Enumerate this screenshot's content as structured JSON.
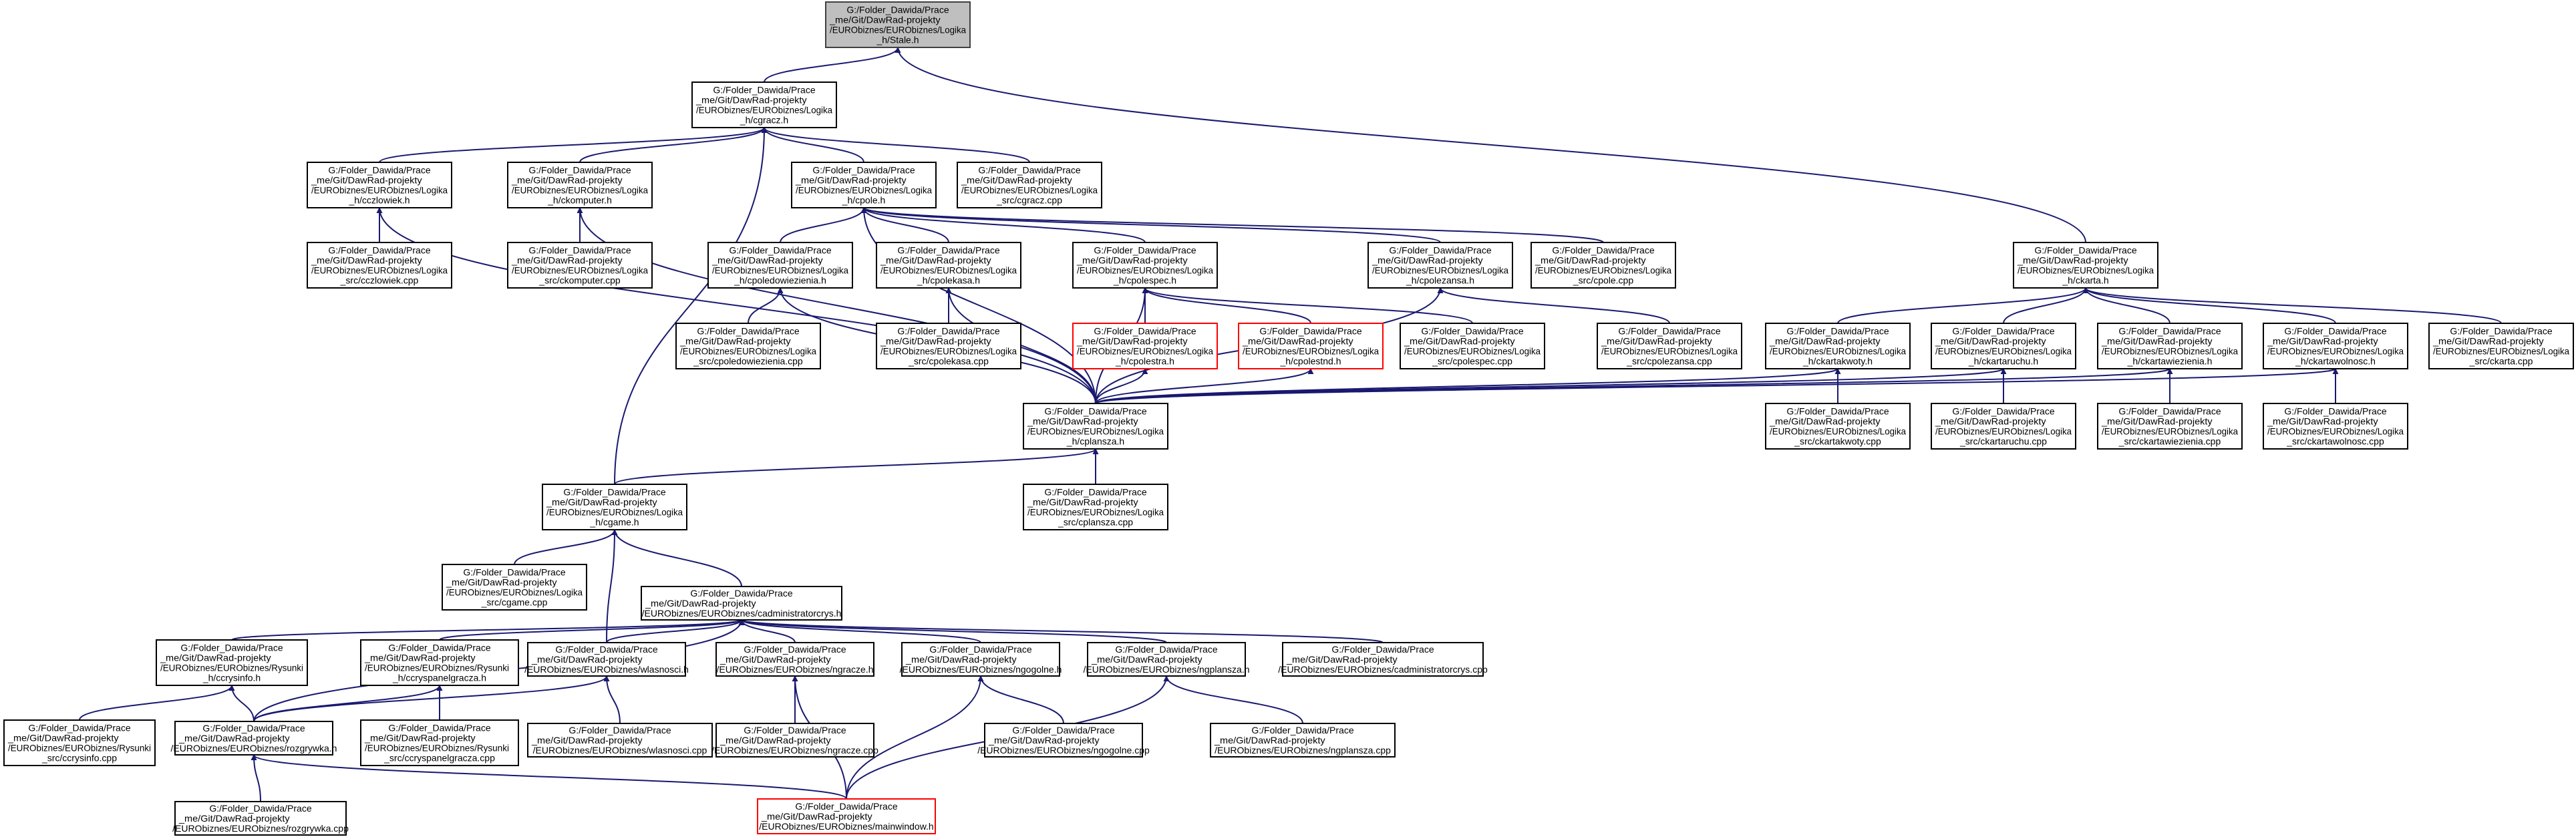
{
  "colors": {
    "edge": "#191970",
    "node_border": "#000000",
    "root_border": "#404040",
    "root_fill": "#bfbfbf",
    "unresolved_border": "#ff0000",
    "text": "#000000"
  },
  "nodes": [
    {
      "id": "stale",
      "style": "root",
      "lines": [
        "G:/Folder_Dawida/Prace",
        "_me/Git/DawRad-projekty",
        "/EURObiznes/EURObiznes/Logika",
        "_h/Stale.h"
      ]
    },
    {
      "id": "cgracz_h",
      "lines": [
        "G:/Folder_Dawida/Prace",
        "_me/Git/DawRad-projekty",
        "/EURObiznes/EURObiznes/Logika",
        "_h/cgracz.h"
      ]
    },
    {
      "id": "cczlowiek_h",
      "lines": [
        "G:/Folder_Dawida/Prace",
        "_me/Git/DawRad-projekty",
        "/EURObiznes/EURObiznes/Logika",
        "_h/cczlowiek.h"
      ]
    },
    {
      "id": "ckomputer_h",
      "lines": [
        "G:/Folder_Dawida/Prace",
        "_me/Git/DawRad-projekty",
        "/EURObiznes/EURObiznes/Logika",
        "_h/ckomputer.h"
      ]
    },
    {
      "id": "cpole_h",
      "lines": [
        "G:/Folder_Dawida/Prace",
        "_me/Git/DawRad-projekty",
        "/EURObiznes/EURObiznes/Logika",
        "_h/cpole.h"
      ]
    },
    {
      "id": "cgracz_cpp",
      "lines": [
        "G:/Folder_Dawida/Prace",
        "_me/Git/DawRad-projekty",
        "/EURObiznes/EURObiznes/Logika",
        "_src/cgracz.cpp"
      ]
    },
    {
      "id": "cczlowiek_cpp",
      "lines": [
        "G:/Folder_Dawida/Prace",
        "_me/Git/DawRad-projekty",
        "/EURObiznes/EURObiznes/Logika",
        "_src/cczlowiek.cpp"
      ]
    },
    {
      "id": "ckomputer_cpp",
      "lines": [
        "G:/Folder_Dawida/Prace",
        "_me/Git/DawRad-projekty",
        "/EURObiznes/EURObiznes/Logika",
        "_src/ckomputer.cpp"
      ]
    },
    {
      "id": "cpoledowiezienia_h",
      "lines": [
        "G:/Folder_Dawida/Prace",
        "_me/Git/DawRad-projekty",
        "/EURObiznes/EURObiznes/Logika",
        "_h/cpoledowiezienia.h"
      ]
    },
    {
      "id": "cpolekasa_h",
      "lines": [
        "G:/Folder_Dawida/Prace",
        "_me/Git/DawRad-projekty",
        "/EURObiznes/EURObiznes/Logika",
        "_h/cpolekasa.h"
      ]
    },
    {
      "id": "cpolespec_h",
      "lines": [
        "G:/Folder_Dawida/Prace",
        "_me/Git/DawRad-projekty",
        "/EURObiznes/EURObiznes/Logika",
        "_h/cpolespec.h"
      ]
    },
    {
      "id": "cpolezansa_h",
      "lines": [
        "G:/Folder_Dawida/Prace",
        "_me/Git/DawRad-projekty",
        "/EURObiznes/EURObiznes/Logika",
        "_h/cpolezansa.h"
      ]
    },
    {
      "id": "cpole_cpp",
      "lines": [
        "G:/Folder_Dawida/Prace",
        "_me/Git/DawRad-projekty",
        "/EURObiznes/EURObiznes/Logika",
        "_src/cpole.cpp"
      ]
    },
    {
      "id": "ckarta_h",
      "lines": [
        "G:/Folder_Dawida/Prace",
        "_me/Git/DawRad-projekty",
        "/EURObiznes/EURObiznes/Logika",
        "_h/ckarta.h"
      ]
    },
    {
      "id": "cpoledowiezienia_cpp",
      "lines": [
        "G:/Folder_Dawida/Prace",
        "_me/Git/DawRad-projekty",
        "/EURObiznes/EURObiznes/Logika",
        "_src/cpoledowiezienia.cpp"
      ]
    },
    {
      "id": "cpolekasa_cpp",
      "lines": [
        "G:/Folder_Dawida/Prace",
        "_me/Git/DawRad-projekty",
        "/EURObiznes/EURObiznes/Logika",
        "_src/cpolekasa.cpp"
      ]
    },
    {
      "id": "cpolestra_h",
      "style": "unresolved",
      "lines": [
        "G:/Folder_Dawida/Prace",
        "_me/Git/DawRad-projekty",
        "/EURObiznes/EURObiznes/Logika",
        "_h/cpolestra.h"
      ]
    },
    {
      "id": "cpolestnd_h",
      "style": "unresolved",
      "lines": [
        "G:/Folder_Dawida/Prace",
        "_me/Git/DawRad-projekty",
        "/EURObiznes/EURObiznes/Logika",
        "_h/cpolestnd.h"
      ]
    },
    {
      "id": "cpolespec_cpp",
      "lines": [
        "G:/Folder_Dawida/Prace",
        "_me/Git/DawRad-projekty",
        "/EURObiznes/EURObiznes/Logika",
        "_src/cpolespec.cpp"
      ]
    },
    {
      "id": "cpolezansa_cpp",
      "lines": [
        "G:/Folder_Dawida/Prace",
        "_me/Git/DawRad-projekty",
        "/EURObiznes/EURObiznes/Logika",
        "_src/cpolezansa.cpp"
      ]
    },
    {
      "id": "ckartakwoty_h",
      "lines": [
        "G:/Folder_Dawida/Prace",
        "_me/Git/DawRad-projekty",
        "/EURObiznes/EURObiznes/Logika",
        "_h/ckartakwoty.h"
      ]
    },
    {
      "id": "ckartaruchu_h",
      "lines": [
        "G:/Folder_Dawida/Prace",
        "_me/Git/DawRad-projekty",
        "/EURObiznes/EURObiznes/Logika",
        "_h/ckartaruchu.h"
      ]
    },
    {
      "id": "ckartawiezienia_h",
      "lines": [
        "G:/Folder_Dawida/Prace",
        "_me/Git/DawRad-projekty",
        "/EURObiznes/EURObiznes/Logika",
        "_h/ckartawiezienia.h"
      ]
    },
    {
      "id": "ckartawolnosc_h",
      "lines": [
        "G:/Folder_Dawida/Prace",
        "_me/Git/DawRad-projekty",
        "/EURObiznes/EURObiznes/Logika",
        "_h/ckartawolnosc.h"
      ]
    },
    {
      "id": "ckarta_cpp",
      "lines": [
        "G:/Folder_Dawida/Prace",
        "_me/Git/DawRad-projekty",
        "/EURObiznes/EURObiznes/Logika",
        "_src/ckarta.cpp"
      ]
    },
    {
      "id": "cplansza_h",
      "lines": [
        "G:/Folder_Dawida/Prace",
        "_me/Git/DawRad-projekty",
        "/EURObiznes/EURObiznes/Logika",
        "_h/cplansza.h"
      ]
    },
    {
      "id": "ckartakwoty_cpp",
      "lines": [
        "G:/Folder_Dawida/Prace",
        "_me/Git/DawRad-projekty",
        "/EURObiznes/EURObiznes/Logika",
        "_src/ckartakwoty.cpp"
      ]
    },
    {
      "id": "ckartaruchu_cpp",
      "lines": [
        "G:/Folder_Dawida/Prace",
        "_me/Git/DawRad-projekty",
        "/EURObiznes/EURObiznes/Logika",
        "_src/ckartaruchu.cpp"
      ]
    },
    {
      "id": "ckartawiezienia_cpp",
      "lines": [
        "G:/Folder_Dawida/Prace",
        "_me/Git/DawRad-projekty",
        "/EURObiznes/EURObiznes/Logika",
        "_src/ckartawiezienia.cpp"
      ]
    },
    {
      "id": "ckartawolnosc_cpp",
      "lines": [
        "G:/Folder_Dawida/Prace",
        "_me/Git/DawRad-projekty",
        "/EURObiznes/EURObiznes/Logika",
        "_src/ckartawolnosc.cpp"
      ]
    },
    {
      "id": "cgame_h",
      "lines": [
        "G:/Folder_Dawida/Prace",
        "_me/Git/DawRad-projekty",
        "/EURObiznes/EURObiznes/Logika",
        "_h/cgame.h"
      ]
    },
    {
      "id": "cplansza_cpp",
      "lines": [
        "G:/Folder_Dawida/Prace",
        "_me/Git/DawRad-projekty",
        "/EURObiznes/EURObiznes/Logika",
        "_src/cplansza.cpp"
      ]
    },
    {
      "id": "cgame_cpp",
      "lines": [
        "G:/Folder_Dawida/Prace",
        "_me/Git/DawRad-projekty",
        "/EURObiznes/EURObiznes/Logika",
        "_src/cgame.cpp"
      ]
    },
    {
      "id": "cadmin_h",
      "lines": [
        "G:/Folder_Dawida/Prace",
        "_me/Git/DawRad-projekty",
        "/EURObiznes/EURObiznes/cadministratorcrys.h"
      ]
    },
    {
      "id": "ccrysinfo_h",
      "lines": [
        "G:/Folder_Dawida/Prace",
        "_me/Git/DawRad-projekty",
        "/EURObiznes/EURObiznes/Rysunki",
        "_h/ccrysinfo.h"
      ]
    },
    {
      "id": "ccryspanel_h",
      "lines": [
        "G:/Folder_Dawida/Prace",
        "_me/Git/DawRad-projekty",
        "/EURObiznes/EURObiznes/Rysunki",
        "_h/ccryspanelgracza.h"
      ]
    },
    {
      "id": "wlasnosci_h",
      "lines": [
        "G:/Folder_Dawida/Prace",
        "_me/Git/DawRad-projekty",
        "/EURObiznes/EURObiznes/wlasnosci.h"
      ]
    },
    {
      "id": "ngracze_h",
      "lines": [
        "G:/Folder_Dawida/Prace",
        "_me/Git/DawRad-projekty",
        "/EURObiznes/EURObiznes/ngracze.h"
      ]
    },
    {
      "id": "ngogolne_h",
      "lines": [
        "G:/Folder_Dawida/Prace",
        "_me/Git/DawRad-projekty",
        "/EURObiznes/EURObiznes/ngogolne.h"
      ]
    },
    {
      "id": "ngplansza_h",
      "lines": [
        "G:/Folder_Dawida/Prace",
        "_me/Git/DawRad-projekty",
        "/EURObiznes/EURObiznes/ngplansza.h"
      ]
    },
    {
      "id": "cadmin_cpp",
      "lines": [
        "G:/Folder_Dawida/Prace",
        "_me/Git/DawRad-projekty",
        "/EURObiznes/EURObiznes/cadministratorcrys.cpp"
      ]
    },
    {
      "id": "ccrysinfo_cpp",
      "lines": [
        "G:/Folder_Dawida/Prace",
        "_me/Git/DawRad-projekty",
        "/EURObiznes/EURObiznes/Rysunki",
        "_src/ccrysinfo.cpp"
      ]
    },
    {
      "id": "rozgrywka_h",
      "lines": [
        "G:/Folder_Dawida/Prace",
        "_me/Git/DawRad-projekty",
        "/EURObiznes/EURObiznes/rozgrywka.h"
      ]
    },
    {
      "id": "ccryspanel_cpp",
      "lines": [
        "G:/Folder_Dawida/Prace",
        "_me/Git/DawRad-projekty",
        "/EURObiznes/EURObiznes/Rysunki",
        "_src/ccryspanelgracza.cpp"
      ]
    },
    {
      "id": "wlasnosci_cpp",
      "lines": [
        "G:/Folder_Dawida/Prace",
        "_me/Git/DawRad-projekty",
        "/EURObiznes/EURObiznes/wlasnosci.cpp"
      ]
    },
    {
      "id": "ngracze_cpp",
      "lines": [
        "G:/Folder_Dawida/Prace",
        "_me/Git/DawRad-projekty",
        "/EURObiznes/EURObiznes/ngracze.cpp"
      ]
    },
    {
      "id": "ngogolne_cpp",
      "lines": [
        "G:/Folder_Dawida/Prace",
        "_me/Git/DawRad-projekty",
        "/EURObiznes/EURObiznes/ngogolne.cpp"
      ]
    },
    {
      "id": "ngplansza_cpp",
      "lines": [
        "G:/Folder_Dawida/Prace",
        "_me/Git/DawRad-projekty",
        "/EURObiznes/EURObiznes/ngplansza.cpp"
      ]
    },
    {
      "id": "rozgrywka_cpp",
      "lines": [
        "G:/Folder_Dawida/Prace",
        "_me/Git/DawRad-projekty",
        "/EURObiznes/EURObiznes/rozgrywka.cpp"
      ]
    },
    {
      "id": "mainwindow_h",
      "style": "unresolved",
      "lines": [
        "G:/Folder_Dawida/Prace",
        "_me/Git/DawRad-projekty",
        "/EURObiznes/EURObiznes/mainwindow.h"
      ]
    }
  ],
  "edges": [
    [
      "cgracz_h",
      "stale"
    ],
    [
      "ckarta_h",
      "stale"
    ],
    [
      "cczlowiek_h",
      "cgracz_h"
    ],
    [
      "ckomputer_h",
      "cgracz_h"
    ],
    [
      "cpole_h",
      "cgracz_h"
    ],
    [
      "cgracz_cpp",
      "cgracz_h"
    ],
    [
      "cgame_h",
      "cgracz_h"
    ],
    [
      "cczlowiek_cpp",
      "cczlowiek_h"
    ],
    [
      "cplansza_h",
      "cczlowiek_h"
    ],
    [
      "ckomputer_cpp",
      "ckomputer_h"
    ],
    [
      "cplansza_h",
      "ckomputer_h"
    ],
    [
      "cpoledowiezienia_h",
      "cpole_h"
    ],
    [
      "cpolekasa_h",
      "cpole_h"
    ],
    [
      "cpolespec_h",
      "cpole_h"
    ],
    [
      "cpolezansa_h",
      "cpole_h"
    ],
    [
      "cpole_cpp",
      "cpole_h"
    ],
    [
      "cplansza_h",
      "cpole_h"
    ],
    [
      "cpoledowiezienia_cpp",
      "cpoledowiezienia_h"
    ],
    [
      "cplansza_h",
      "cpoledowiezienia_h"
    ],
    [
      "cpolekasa_cpp",
      "cpolekasa_h"
    ],
    [
      "cplansza_h",
      "cpolekasa_h"
    ],
    [
      "cpolestra_h",
      "cpolespec_h"
    ],
    [
      "cpolestnd_h",
      "cpolespec_h"
    ],
    [
      "cpolespec_cpp",
      "cpolespec_h"
    ],
    [
      "cplansza_h",
      "cpolespec_h"
    ],
    [
      "cplansza_h",
      "cpolestra_h"
    ],
    [
      "cplansza_h",
      "cpolestnd_h"
    ],
    [
      "cpolezansa_cpp",
      "cpolezansa_h"
    ],
    [
      "cplansza_h",
      "cpolezansa_h"
    ],
    [
      "ckartakwoty_h",
      "ckarta_h"
    ],
    [
      "ckartaruchu_h",
      "ckarta_h"
    ],
    [
      "ckartawiezienia_h",
      "ckarta_h"
    ],
    [
      "ckartawolnosc_h",
      "ckarta_h"
    ],
    [
      "ckarta_cpp",
      "ckarta_h"
    ],
    [
      "ckartakwoty_cpp",
      "ckartakwoty_h"
    ],
    [
      "cplansza_h",
      "ckartakwoty_h"
    ],
    [
      "ckartaruchu_cpp",
      "ckartaruchu_h"
    ],
    [
      "cplansza_h",
      "ckartaruchu_h"
    ],
    [
      "ckartawiezienia_cpp",
      "ckartawiezienia_h"
    ],
    [
      "cplansza_h",
      "ckartawiezienia_h"
    ],
    [
      "ckartawolnosc_cpp",
      "ckartawolnosc_h"
    ],
    [
      "cplansza_h",
      "ckartawolnosc_h"
    ],
    [
      "cgame_h",
      "cplansza_h"
    ],
    [
      "cplansza_cpp",
      "cplansza_h"
    ],
    [
      "cgame_cpp",
      "cgame_h"
    ],
    [
      "cadmin_h",
      "cgame_h"
    ],
    [
      "wlasnosci_h",
      "cgame_h"
    ],
    [
      "ccrysinfo_h",
      "cadmin_h"
    ],
    [
      "ccryspanel_h",
      "cadmin_h"
    ],
    [
      "wlasnosci_h",
      "cadmin_h"
    ],
    [
      "ngracze_h",
      "cadmin_h"
    ],
    [
      "ngogolne_h",
      "cadmin_h"
    ],
    [
      "ngplansza_h",
      "cadmin_h"
    ],
    [
      "cadmin_cpp",
      "cadmin_h"
    ],
    [
      "rozgrywka_h",
      "cadmin_h"
    ],
    [
      "ccrysinfo_cpp",
      "ccrysinfo_h"
    ],
    [
      "rozgrywka_h",
      "ccrysinfo_h"
    ],
    [
      "ccryspanel_cpp",
      "ccryspanel_h"
    ],
    [
      "rozgrywka_h",
      "ccryspanel_h"
    ],
    [
      "wlasnosci_cpp",
      "wlasnosci_h"
    ],
    [
      "rozgrywka_h",
      "wlasnosci_h"
    ],
    [
      "ngracze_cpp",
      "ngracze_h"
    ],
    [
      "mainwindow_h",
      "ngracze_h"
    ],
    [
      "ngogolne_cpp",
      "ngogolne_h"
    ],
    [
      "mainwindow_h",
      "ngogolne_h"
    ],
    [
      "ngplansza_cpp",
      "ngplansza_h"
    ],
    [
      "mainwindow_h",
      "ngplansza_h"
    ],
    [
      "rozgrywka_cpp",
      "rozgrywka_h"
    ],
    [
      "mainwindow_h",
      "rozgrywka_h"
    ]
  ]
}
